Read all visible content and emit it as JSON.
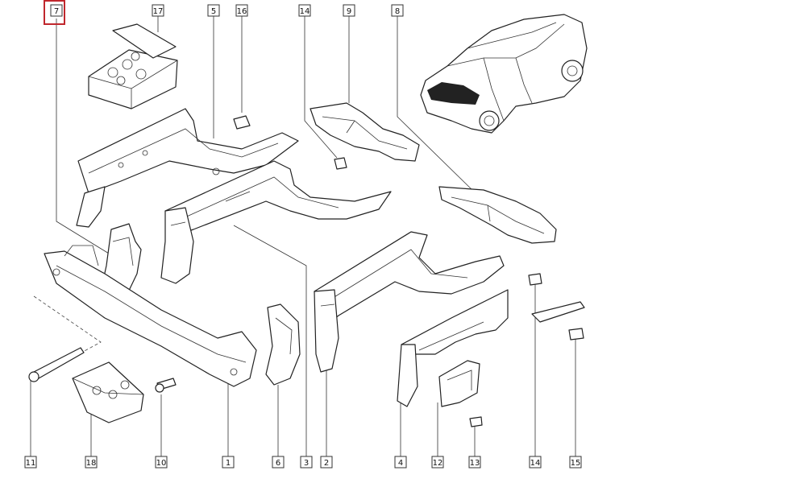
{
  "diagram": {
    "colors": {
      "highlight": "#c0272d",
      "line": "#222222"
    },
    "callouts": [
      "7",
      "17",
      "5",
      "16",
      "14",
      "9",
      "8",
      "11",
      "18",
      "10",
      "1",
      "6",
      "3",
      "2",
      "4",
      "12",
      "13",
      "14",
      "15"
    ],
    "selected_callout": "7"
  }
}
